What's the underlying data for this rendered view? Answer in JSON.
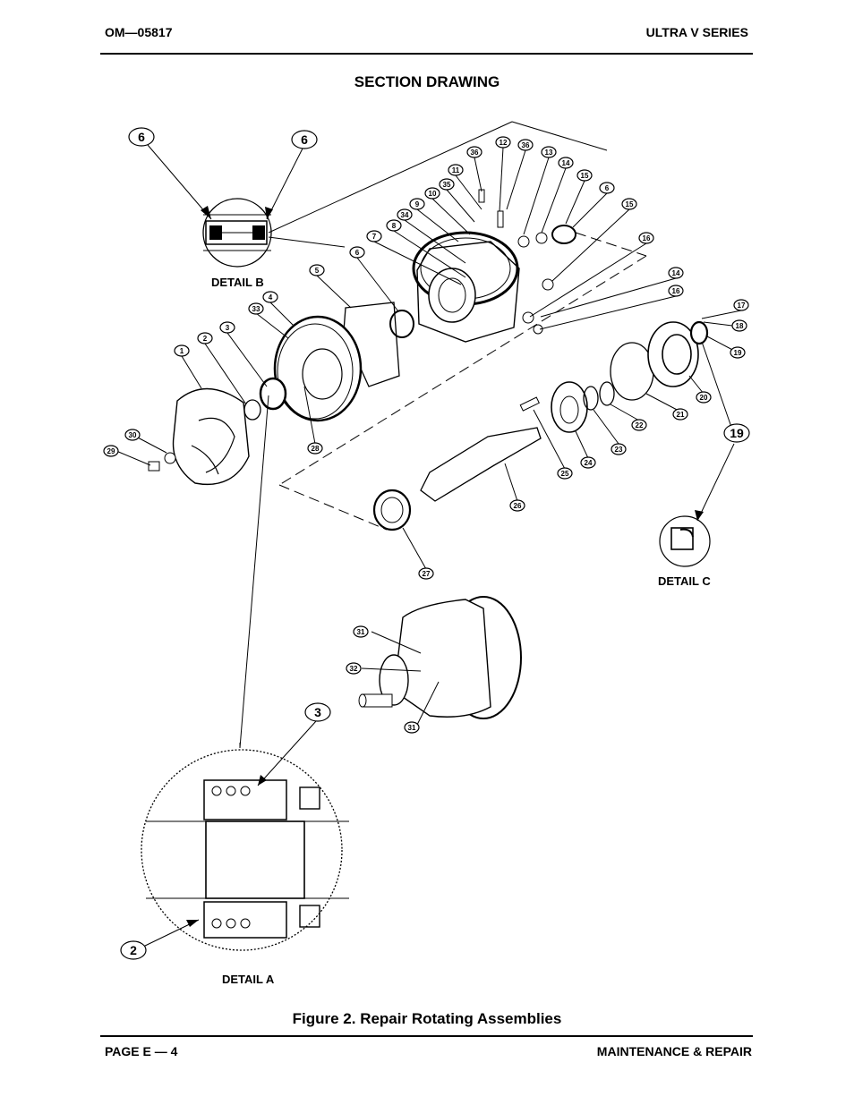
{
  "header": {
    "doc_number": "OM—05817",
    "series": "ULTRA V SERIES"
  },
  "title": "SECTION DRAWING",
  "details": {
    "b": "DETAIL B",
    "c": "DETAIL C",
    "a": "DETAIL A"
  },
  "callouts": [
    "1",
    "2",
    "3",
    "4",
    "5",
    "6",
    "7",
    "8",
    "9",
    "10",
    "11",
    "12",
    "13",
    "14",
    "15",
    "16",
    "17",
    "18",
    "19",
    "20",
    "21",
    "22",
    "23",
    "24",
    "25",
    "26",
    "27",
    "28",
    "29",
    "30",
    "31",
    "32",
    "33",
    "34",
    "35",
    "36"
  ],
  "caption": "Figure 2.  Repair Rotating Assemblies",
  "footer": {
    "page": "PAGE E — 4",
    "section": "MAINTENANCE & REPAIR"
  }
}
